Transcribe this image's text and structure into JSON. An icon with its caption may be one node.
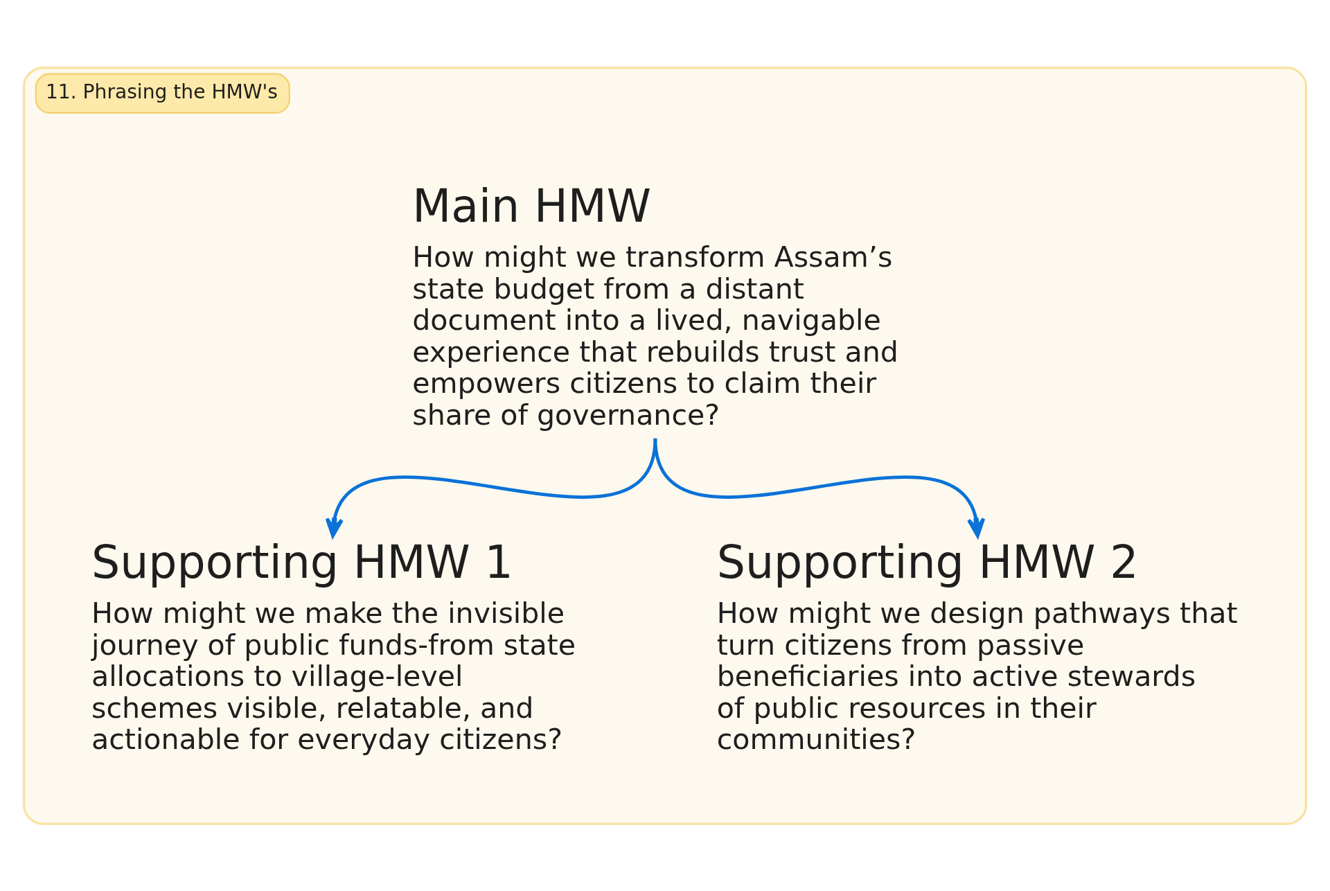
{
  "diagram": {
    "nodes": [
      {
        "text": [
          "11. Phrasing the HMW's"
        ]
      },
      {
        "text": [
          "Main HMW",
          "How might we transform Assam’s state budget from a distant document into a lived, navigable experience that rebuilds trust and empowers citizens to claim their share of governance?"
        ],
        "in": 0
      },
      {
        "text": [
          "Supporting HMW 1",
          "How might we make the invisible journey of public funds-from state allocations to village-level schemes visible, relatable, and actionable for everyday citizens?"
        ],
        "in": 0
      },
      {
        "text": [
          "Supporting HMW 2",
          "How might we design pathways that turn citizens from passive beneficiaries into active stewards of public resources in their communities?"
        ],
        "in": 0
      }
    ],
    "edges": [
      {
        "from": 1,
        "to": 2,
        "arrow": "to"
      },
      {
        "from": 1,
        "to": 3,
        "arrow": "to"
      }
    ]
  }
}
